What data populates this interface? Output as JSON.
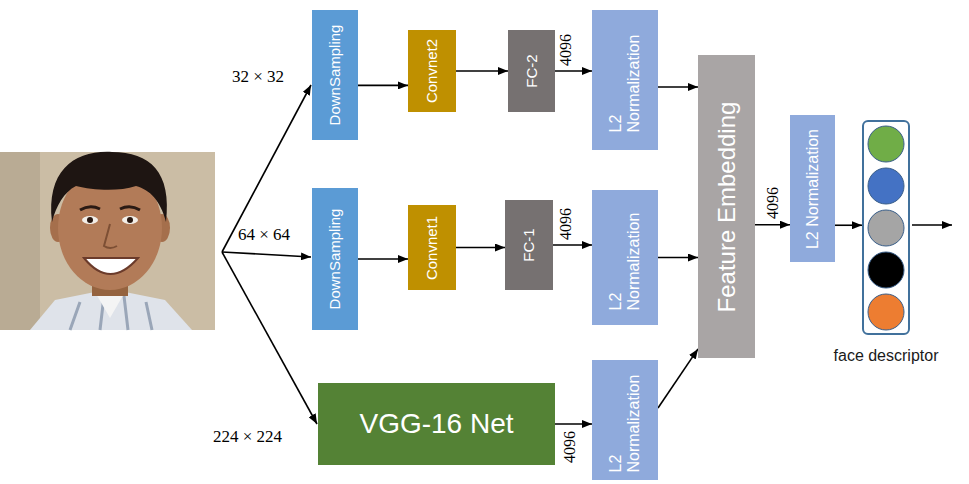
{
  "diagram": {
    "nodes": [
      {
        "text": [
          "DownSampling"
        ]
      },
      {
        "text": [
          "Convnet2"
        ]
      },
      {
        "text": [
          "FC-2"
        ]
      },
      {
        "text": [
          "L2 Normalization"
        ]
      },
      {
        "text": [
          "DownSampling"
        ]
      },
      {
        "text": [
          "Convnet1"
        ]
      },
      {
        "text": [
          "FC-1"
        ]
      },
      {
        "text": [
          "L2 Normalization"
        ]
      },
      {
        "text": [
          "VGG-16 Net"
        ]
      },
      {
        "text": [
          "L2 Normalization"
        ]
      },
      {
        "text": [
          "Feature Embedding"
        ]
      },
      {
        "text": [
          "L2 Normalization"
        ]
      },
      {
        "text": [
          "face descriptor"
        ]
      }
    ],
    "edges": [
      {
        "from": 0,
        "to": 1,
        "arrow": "to"
      },
      {
        "from": 1,
        "to": 2,
        "arrow": "to"
      },
      {
        "from": 2,
        "to": 3,
        "label": "4096",
        "arrow": "to"
      },
      {
        "from": 3,
        "to": 10,
        "arrow": "to"
      },
      {
        "from": 4,
        "to": 5,
        "arrow": "to"
      },
      {
        "from": 5,
        "to": 6,
        "arrow": "to"
      },
      {
        "from": 6,
        "to": 7,
        "label": "4096",
        "arrow": "to"
      },
      {
        "from": 7,
        "to": 10,
        "arrow": "to"
      },
      {
        "from": 8,
        "to": 9,
        "label": "4096",
        "arrow": "to"
      },
      {
        "from": 9,
        "to": 10,
        "arrow": "to"
      },
      {
        "from": 10,
        "to": 11,
        "label": "4096",
        "arrow": "to"
      },
      {
        "from": 11,
        "to": 12,
        "arrow": "to"
      }
    ],
    "labels": [
      "32 × 32",
      "64 × 64",
      "224 × 224"
    ]
  }
}
